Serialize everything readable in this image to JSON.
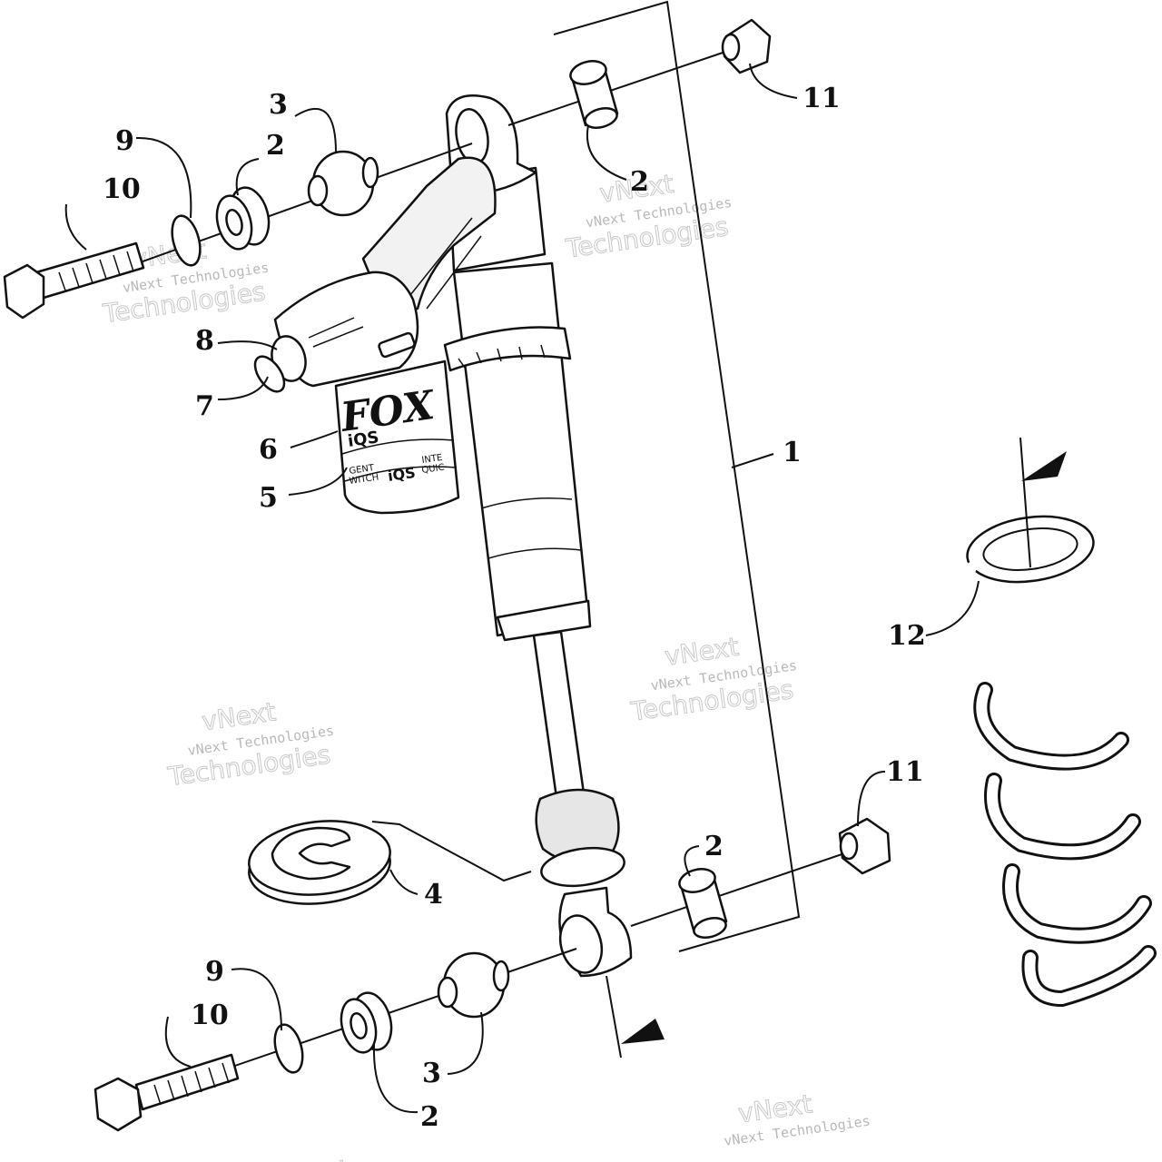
{
  "callouts": {
    "c1": "1",
    "c2a": "2",
    "c2b": "2",
    "c2c": "2",
    "c2d": "2",
    "c3a": "3",
    "c3b": "3",
    "c4": "4",
    "c5": "5",
    "c6": "6",
    "c7": "7",
    "c8": "8",
    "c9a": "9",
    "c9b": "9",
    "c10a": "10",
    "c10b": "10",
    "c11a": "11",
    "c11b": "11",
    "c12": "12"
  },
  "branding": {
    "logo": "FOX",
    "iqs": "iQS",
    "band_left": "GENT\nWITCH",
    "band_right": "INTE\nQUIC"
  },
  "watermark": {
    "line1": "vNext Technologies",
    "line2": "vNext",
    "line3": "Technologies"
  }
}
